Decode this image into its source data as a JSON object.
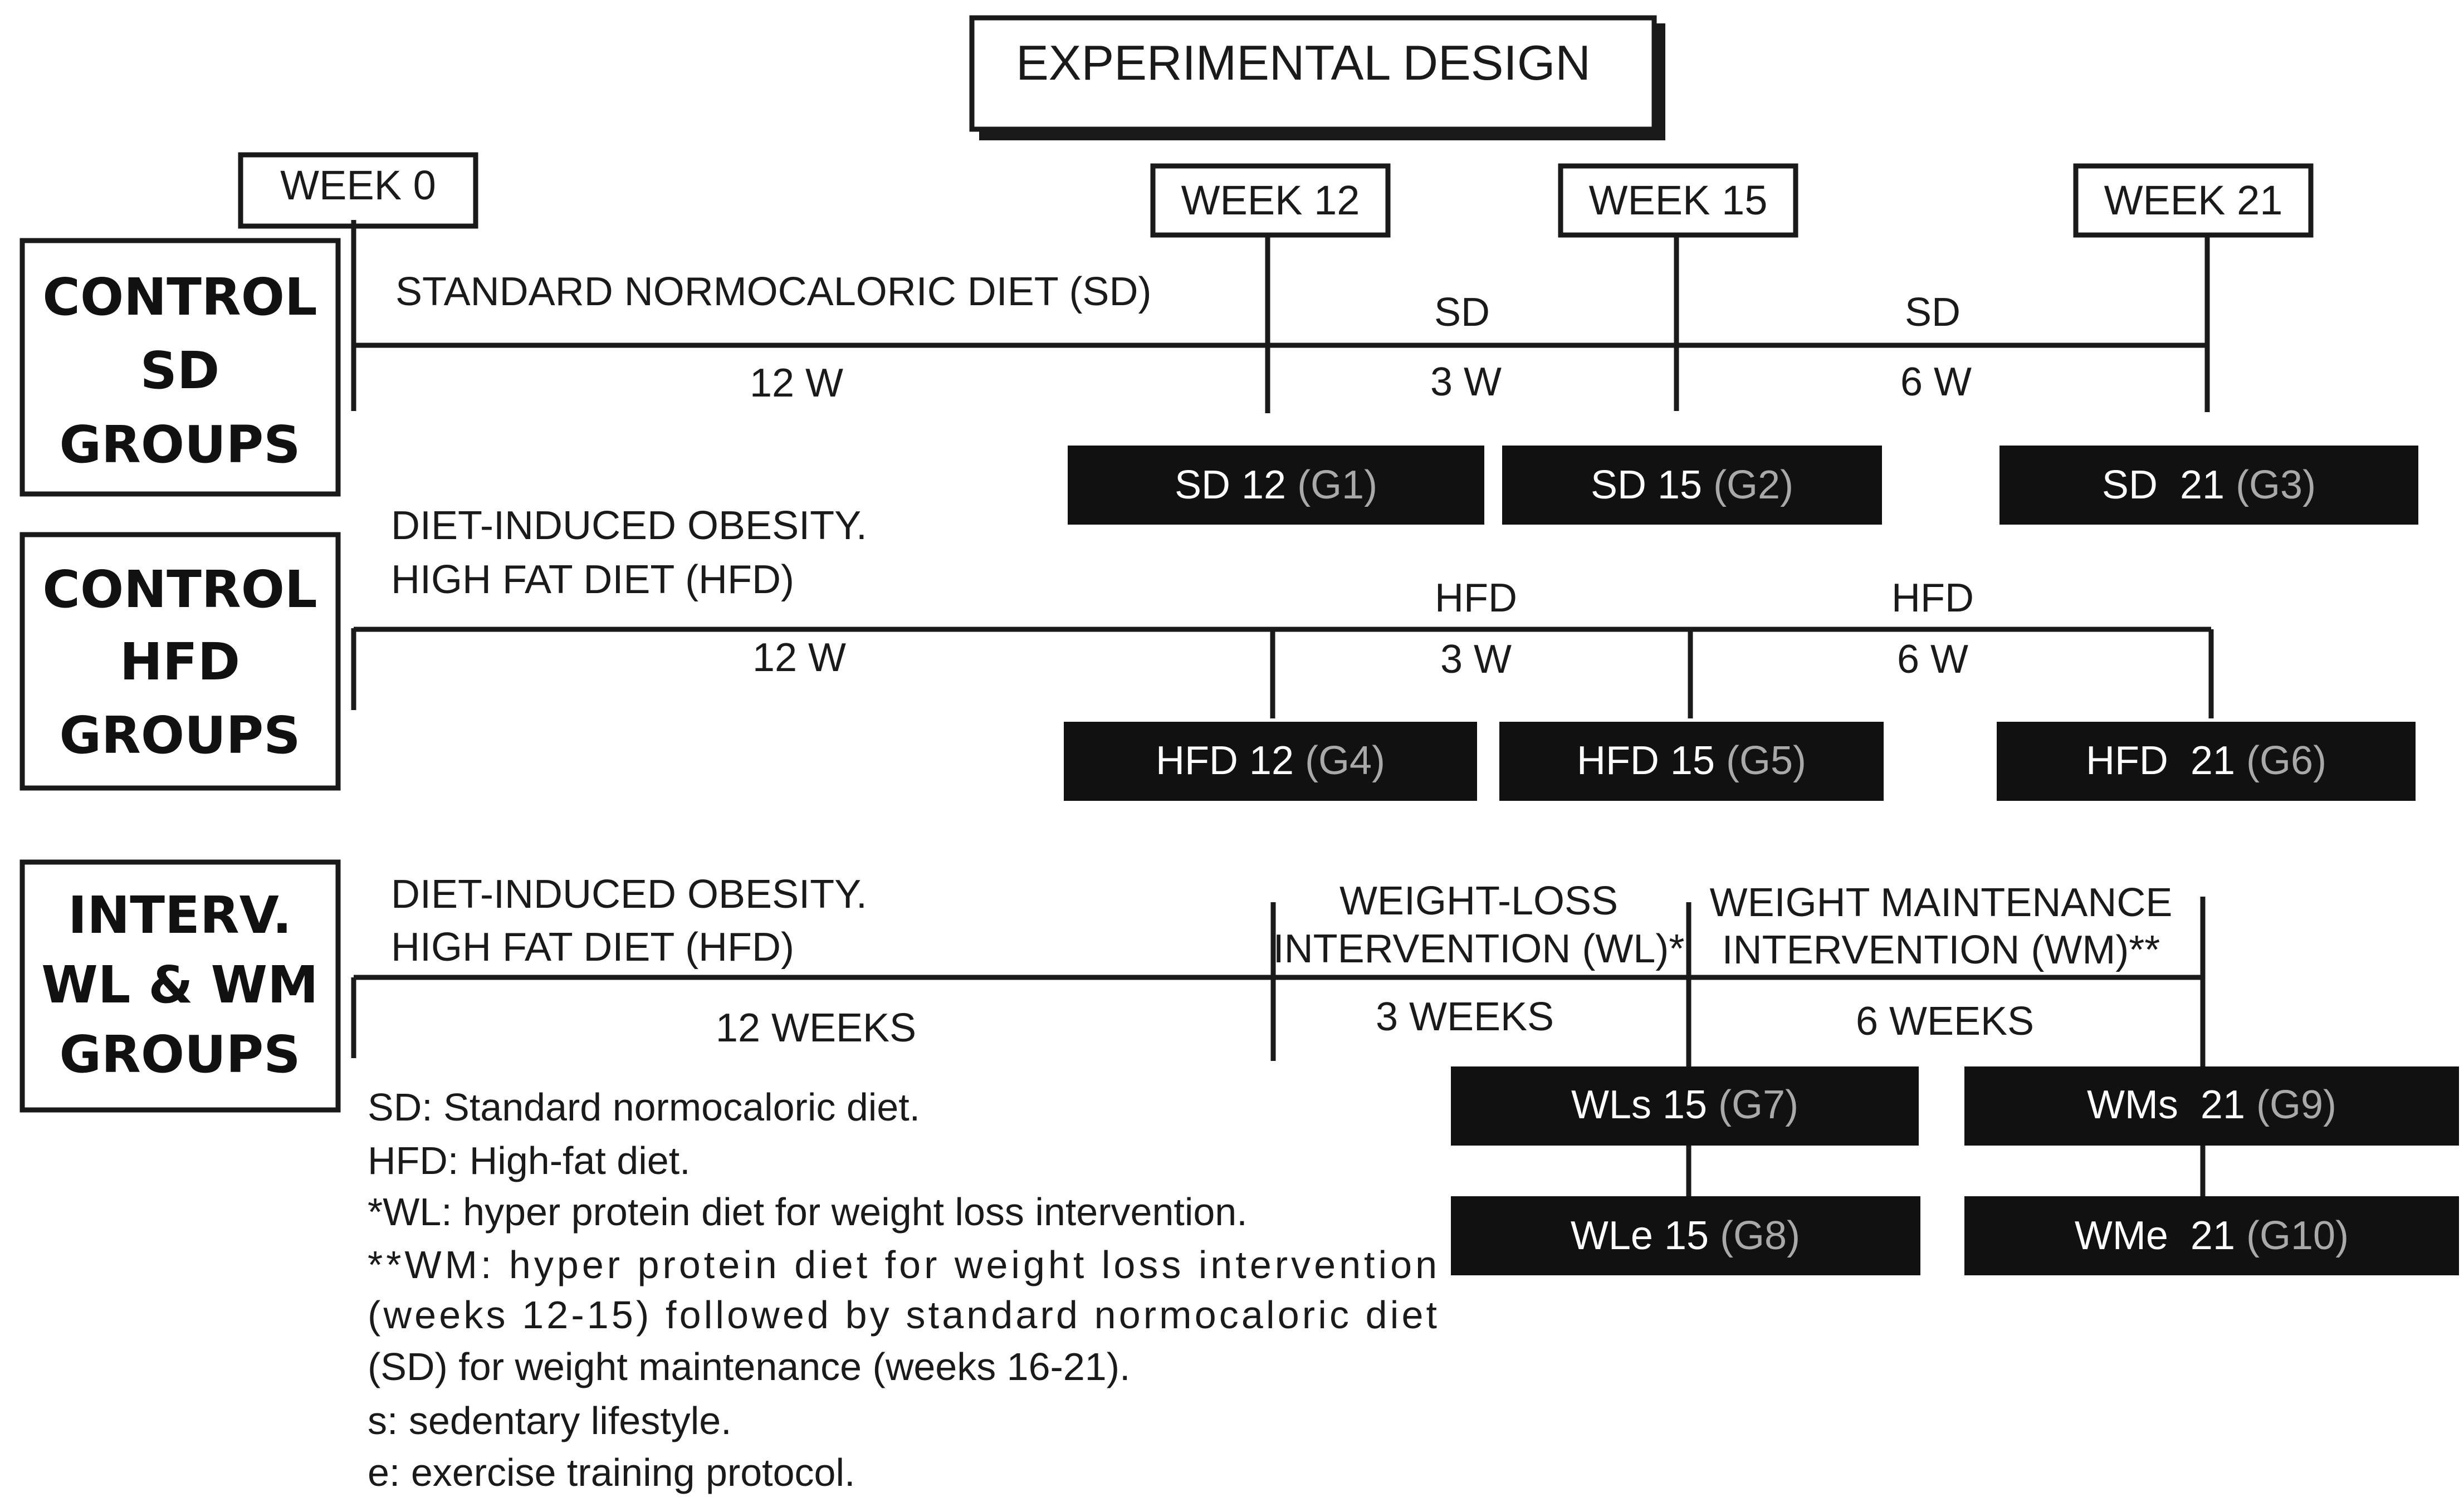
{
  "title": "EXPERIMENTAL DESIGN",
  "weeks": [
    "WEEK 0",
    "WEEK 12",
    "WEEK 15",
    "WEEK 21"
  ],
  "rows": [
    {
      "group_label": [
        "CONTROL",
        "SD",
        "GROUPS"
      ],
      "diet_text": [
        "STANDARD NORMOCALORIC DIET (SD)"
      ],
      "phase1_duration": "12 W",
      "phase2_label": [
        "SD"
      ],
      "phase2_duration": "3 W",
      "phase3_label": [
        "SD"
      ],
      "phase3_duration": "6 W",
      "groups": [
        {
          "name": "SD 12",
          "code": "(G1)"
        },
        {
          "name": "SD 15",
          "code": "(G2)"
        },
        {
          "name": "SD  21",
          "code": "(G3)"
        }
      ]
    },
    {
      "group_label": [
        "CONTROL",
        "HFD",
        "GROUPS"
      ],
      "diet_text": [
        "DIET-INDUCED OBESITY.",
        "HIGH FAT DIET (HFD)"
      ],
      "phase1_duration": "12 W",
      "phase2_label": [
        "HFD"
      ],
      "phase2_duration": "3 W",
      "phase3_label": [
        "HFD"
      ],
      "phase3_duration": "6 W",
      "groups": [
        {
          "name": "HFD 12",
          "code": "(G4)"
        },
        {
          "name": "HFD 15",
          "code": "(G5)"
        },
        {
          "name": "HFD  21",
          "code": "(G6)"
        }
      ]
    },
    {
      "group_label": [
        "INTERV.",
        "WL & WM",
        "GROUPS"
      ],
      "diet_text": [
        "DIET-INDUCED OBESITY.",
        "HIGH FAT DIET (HFD)"
      ],
      "phase1_duration": "12 WEEKS",
      "phase2_label": [
        "WEIGHT-LOSS",
        "INTERVENTION (WL)*"
      ],
      "phase2_duration": "3 WEEKS",
      "phase3_label": [
        "WEIGHT MAINTENANCE",
        "INTERVENTION (WM)**"
      ],
      "phase3_duration": "6 WEEKS",
      "groups": [
        {
          "name": "WLs 15",
          "code": "(G7)"
        },
        {
          "name": "WMs  21",
          "code": "(G9)"
        },
        {
          "name": "WLe 15",
          "code": "(G8)"
        },
        {
          "name": "WMe  21",
          "code": "(G10)"
        }
      ]
    }
  ],
  "legend": [
    "SD: Standard normocaloric diet.",
    "HFD: High-fat diet.",
    "*WL: hyper protein diet  for weight loss intervention.",
    "**WM: hyper protein diet for weight loss intervention",
    "(weeks 12-15) followed by standard normocaloric diet",
    "(SD) for weight maintenance (weeks 16-21).",
    "s: sedentary lifestyle.",
    "e: exercise training protocol."
  ]
}
